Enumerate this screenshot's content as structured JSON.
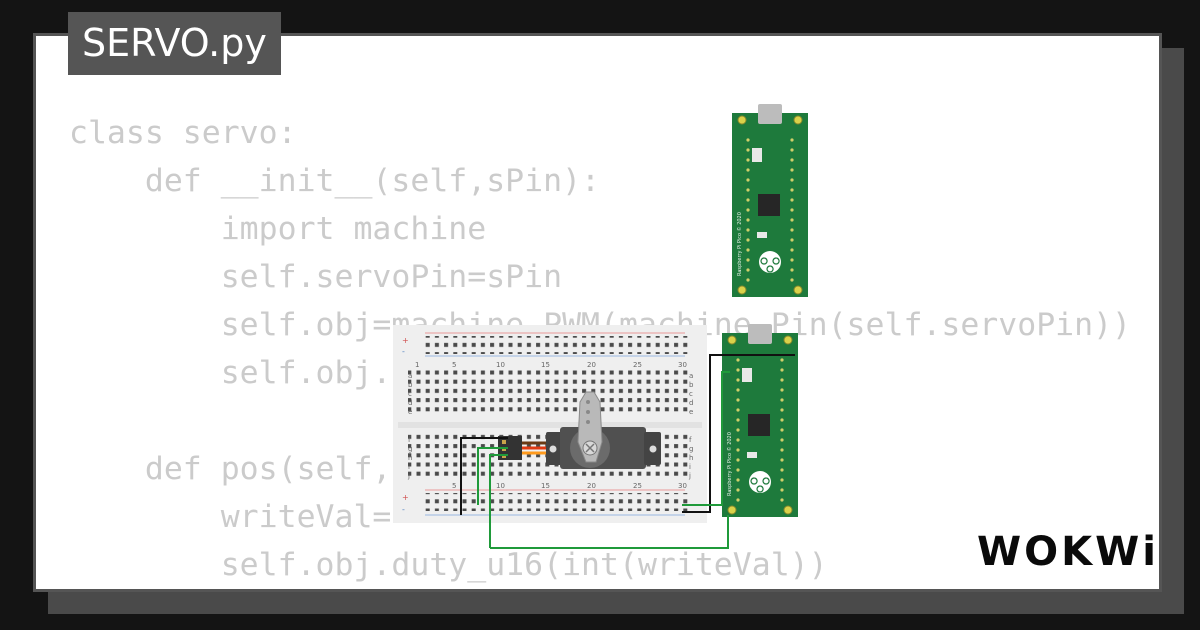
{
  "window": {
    "title": "SERVO.py"
  },
  "code": {
    "lines": [
      "class servo:",
      "    def __init__(self,sPin):",
      "        import machine",
      "        self.servoPin=sPin",
      "        self.obj=machine.PWM(machine.Pin(self.servoPin))",
      "        self.obj.",
      "",
      "    def pos(self,",
      "        writeVal=",
      "        self.obj.duty_u16(int(writeVal))"
    ]
  },
  "breadboard": {
    "column_labels": [
      "1",
      "5",
      "10",
      "15",
      "20",
      "25",
      "30"
    ],
    "row_labels_top": [
      "a",
      "b",
      "c",
      "d",
      "e"
    ],
    "row_labels_bottom": [
      "f",
      "g",
      "h",
      "i",
      "j"
    ],
    "rail_signs": [
      "+",
      "-"
    ]
  },
  "pico_board": {
    "silkscreen": "Raspberry Pi Pico © 2020"
  },
  "colors": {
    "board_green": "#1e7a3c",
    "wire_black": "#111111",
    "wire_green": "#1f9a3a",
    "servo_body": "#505050",
    "servo_horn": "#b9b9b9",
    "wire_red": "#e03a12",
    "wire_orange": "#ff9a1c",
    "wire_brown": "#6b3a14"
  },
  "brand": {
    "logo_text": "WOKWi"
  }
}
